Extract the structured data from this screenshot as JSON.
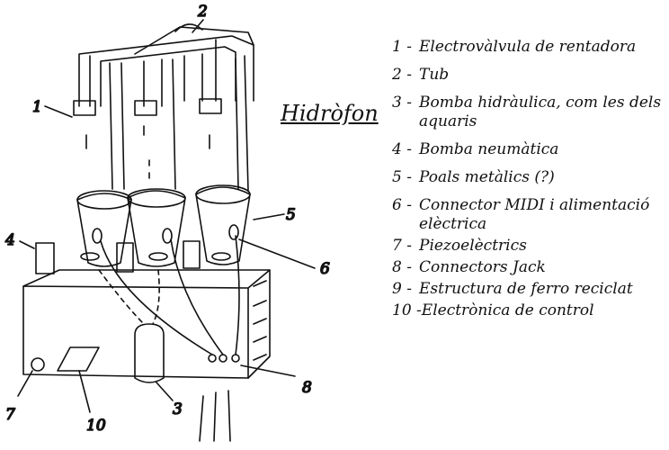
{
  "title": "Hidròfon",
  "callout_numbers": [
    "1",
    "2",
    "3",
    "4",
    "5",
    "6",
    "7",
    "8",
    "10"
  ],
  "legend": [
    {
      "number": "1 -",
      "text": "Electrovàlvula de rentadora"
    },
    {
      "number": "2 -",
      "text": "Tub"
    },
    {
      "number": "3 -",
      "text": "Bomba hidràulica, com les dels aquaris"
    },
    {
      "number": "4 -",
      "text": "Bomba neumàtica"
    },
    {
      "number": "5 -",
      "text": "Poals metàlics (?)"
    },
    {
      "number": "6 -",
      "text": "Connector MIDI i alimentació elèctrica"
    },
    {
      "number": "7 -",
      "text": "Piezoelèctrics"
    },
    {
      "number": "8 -",
      "text": "Connectors Jack"
    },
    {
      "number": "9 -",
      "text": "Estructura de ferro reciclat"
    },
    {
      "number": "10 -",
      "text": "Electrònica de control"
    }
  ]
}
